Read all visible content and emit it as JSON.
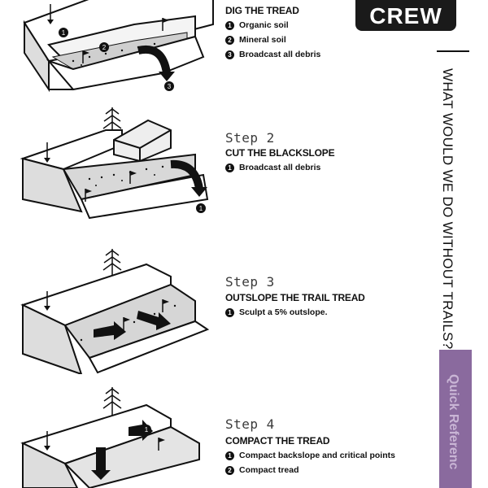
{
  "brand": {
    "crew_label": "CREW",
    "vertical_text": "WHAT WOULD WE DO WITHOUT TRAILS?",
    "tab_text": "Quick Referenc",
    "accent_color": "#8a6a9e"
  },
  "steps": [
    {
      "title": "",
      "heading": "DIG THE TREAD",
      "bullets": [
        {
          "num": "1",
          "text": "Organic soil"
        },
        {
          "num": "2",
          "text": "Mineral soil"
        },
        {
          "num": "3",
          "text": "Broadcast all debris"
        }
      ]
    },
    {
      "title": "Step 2",
      "heading": "CUT THE BLACKSLOPE",
      "bullets": [
        {
          "num": "1",
          "text": "Broadcast all debris"
        }
      ]
    },
    {
      "title": "Step 3",
      "heading": "OUTSLOPE THE TRAIL TREAD",
      "bullets": [
        {
          "num": "1",
          "text": "Sculpt a 5% outslope."
        }
      ]
    },
    {
      "title": "Step 4",
      "heading": "COMPACT THE TREAD",
      "bullets": [
        {
          "num": "1",
          "text": "Compact backslope and critical points"
        },
        {
          "num": "2",
          "text": "Compact tread"
        }
      ]
    }
  ],
  "figure_markers": {
    "step1": [
      "1",
      "2",
      "3"
    ],
    "step2": [
      "1"
    ],
    "step4": [
      "1"
    ]
  }
}
